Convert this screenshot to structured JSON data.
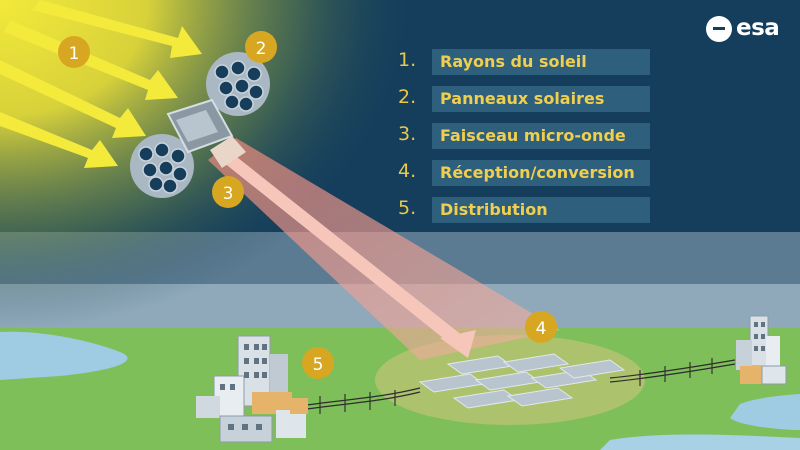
{
  "brand": {
    "logo_text": "esa"
  },
  "legend": [
    {
      "num": "1.",
      "label": "Rayons du soleil"
    },
    {
      "num": "2.",
      "label": "Panneaux solaires"
    },
    {
      "num": "3.",
      "label": "Faisceau micro-onde"
    },
    {
      "num": "4.",
      "label": "Réception/conversion"
    },
    {
      "num": "5.",
      "label": "Distribution"
    }
  ],
  "markers": [
    "1",
    "2",
    "3",
    "4",
    "5"
  ],
  "colors": {
    "sky_top": "#143e5c",
    "sun": "#f3e93a",
    "marker": "#d8a722",
    "beam": "#f0a89a",
    "ground": "#7fbf5a",
    "legend_text": "#f0cf4f"
  }
}
